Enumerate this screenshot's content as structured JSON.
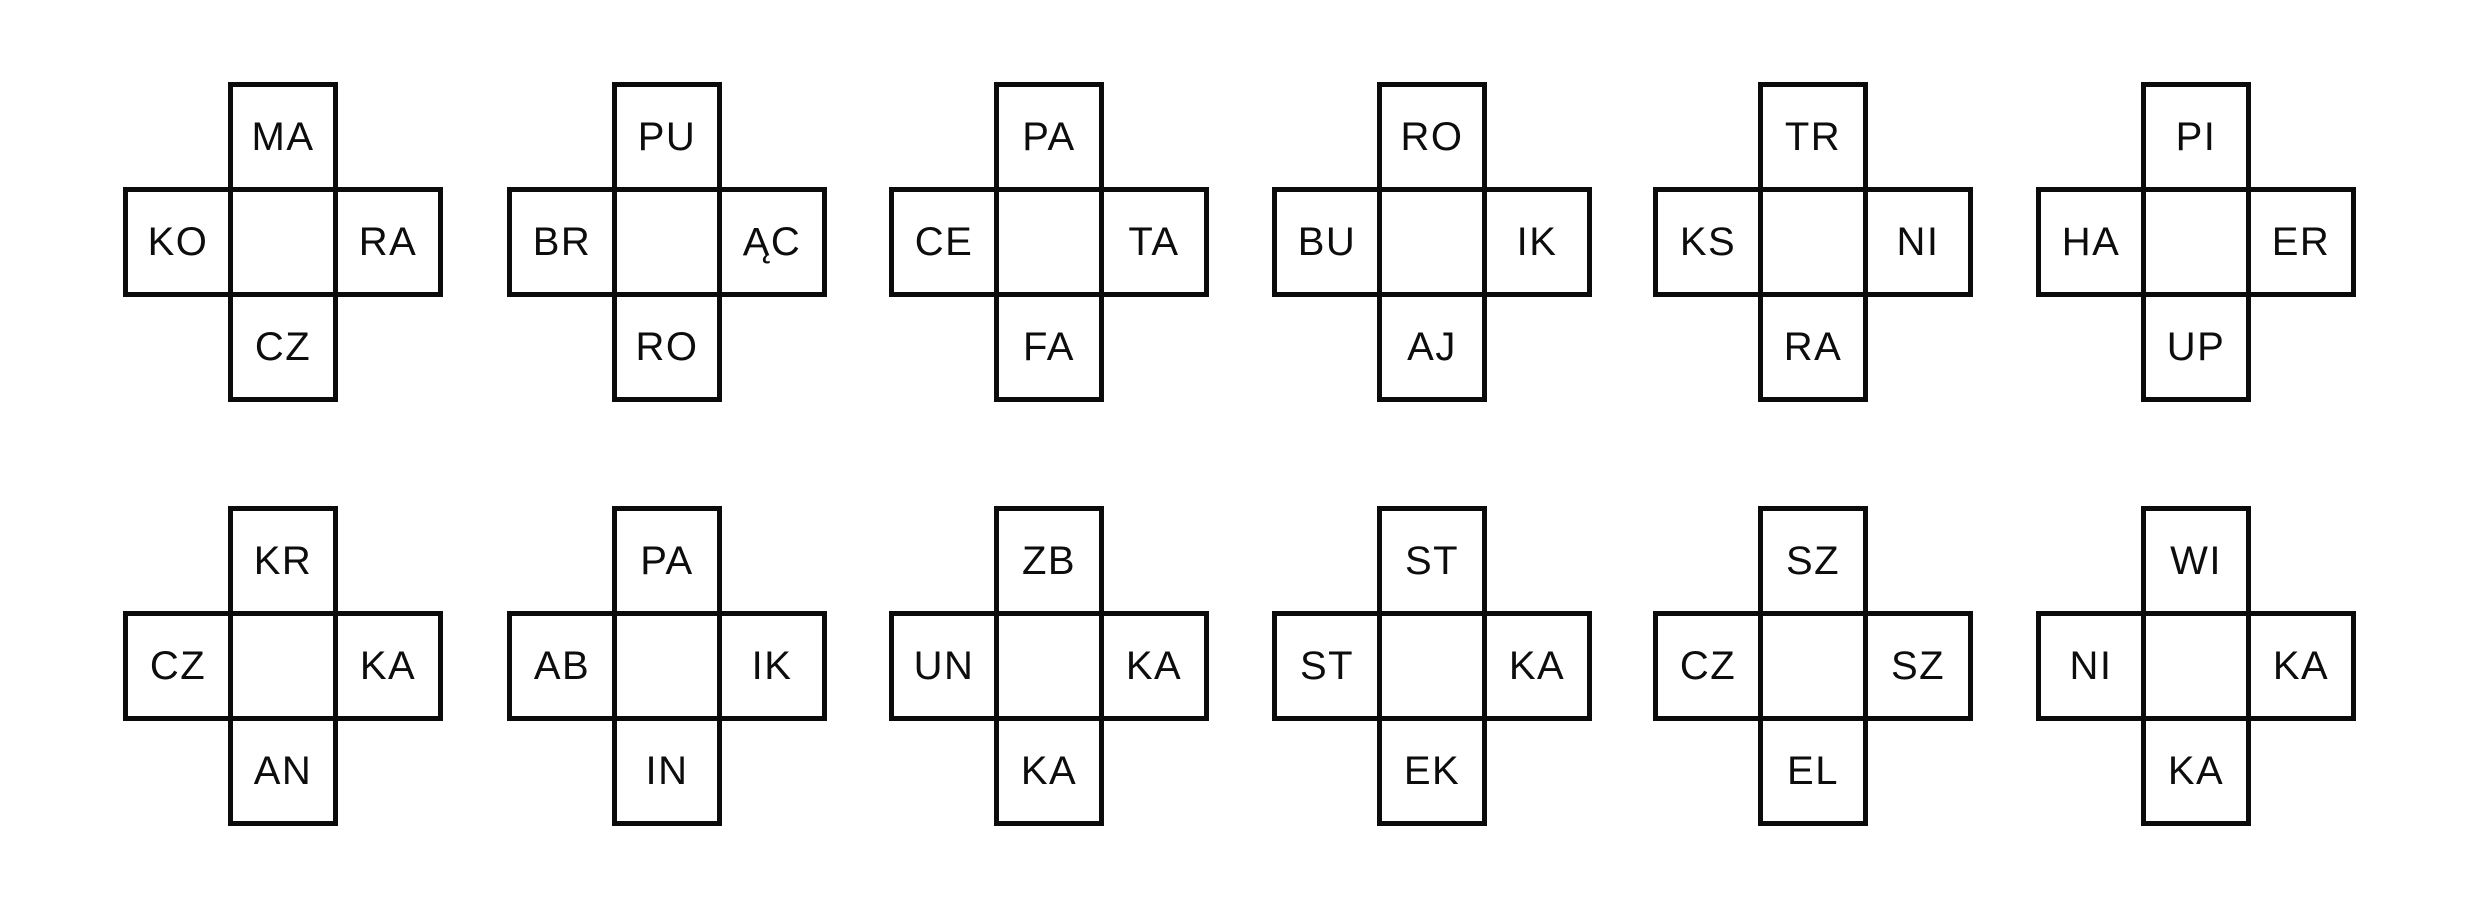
{
  "page": {
    "background_color": "#ffffff",
    "ink_color": "#0b0b0b",
    "description": "Syllable cross puzzle worksheet: each cross has four syllables around an empty center cell"
  },
  "puzzles": [
    {
      "top": "MA",
      "left": "KO",
      "right": "RA",
      "bottom": "CZ",
      "center": ""
    },
    {
      "top": "PU",
      "left": "BR",
      "right": "ĄC",
      "bottom": "RO",
      "center": ""
    },
    {
      "top": "PA",
      "left": "CE",
      "right": "TA",
      "bottom": "FA",
      "center": ""
    },
    {
      "top": "RO",
      "left": "BU",
      "right": "IK",
      "bottom": "AJ",
      "center": ""
    },
    {
      "top": "TR",
      "left": "KS",
      "right": "NI",
      "bottom": "RA",
      "center": ""
    },
    {
      "top": "PI",
      "left": "HA",
      "right": "ER",
      "bottom": "UP",
      "center": ""
    },
    {
      "top": "KR",
      "left": "CZ",
      "right": "KA",
      "bottom": "AN",
      "center": ""
    },
    {
      "top": "PA",
      "left": "AB",
      "right": "IK",
      "bottom": "IN",
      "center": ""
    },
    {
      "top": "ZB",
      "left": "UN",
      "right": "KA",
      "bottom": "KA",
      "center": ""
    },
    {
      "top": "ST",
      "left": "ST",
      "right": "KA",
      "bottom": "EK",
      "center": ""
    },
    {
      "top": "SZ",
      "left": "CZ",
      "right": "SZ",
      "bottom": "EL",
      "center": ""
    },
    {
      "top": "WI",
      "left": "NI",
      "right": "KA",
      "bottom": "KA",
      "center": ""
    }
  ]
}
